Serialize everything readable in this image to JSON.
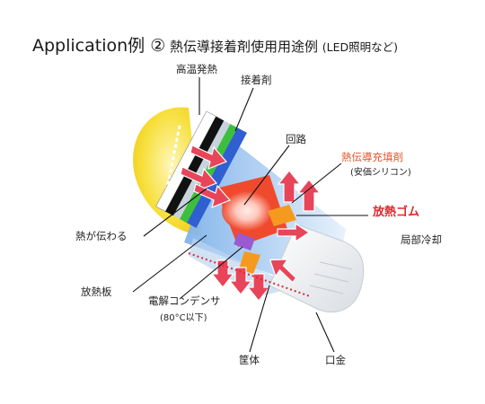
{
  "title": {
    "main": "Application例 ②",
    "sub": " 熱伝導接着剤使用用途例 ",
    "paren": "(LED照明など)"
  },
  "labels": {
    "high_temp": "高温発熱",
    "adhesive": "接着剤",
    "circuit": "回路",
    "filler": "熱伝導充填剤",
    "filler_sub": "(安価シリコン)",
    "rubber": "放熱ゴム",
    "local_cooling": "局部冷却",
    "heat_transfer": "熱が伝わる",
    "heatsink": "放熱板",
    "capacitor": "電解コンデンサ",
    "capacitor_sub": "(80°C以下)",
    "housing": "筐体",
    "base": "口金"
  },
  "colors": {
    "bulb_yellow": "#f7df3a",
    "heat_arrow": "#e8455a",
    "circuit_red": "#f04a2e",
    "rubber_orange": "#f59a1e",
    "green_layer": "#3cbf3c",
    "blue_layer": "#2f5fd0",
    "housing_blue": "#9cc7ee",
    "label_red": "#e0262a",
    "label_orange": "#e8522a"
  }
}
